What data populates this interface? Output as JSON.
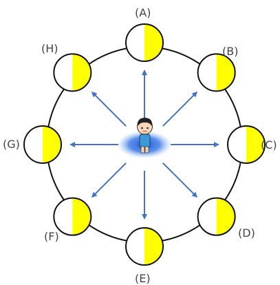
{
  "diagram": {
    "moon_labels": [
      "(A)",
      "(B)",
      "(C)",
      "(D)",
      "(E)",
      "(F)",
      "(G)",
      "(H)"
    ]
  },
  "colors": {
    "orbit": "#111111",
    "moon_lit": "#ffff00",
    "moon_dark": "#ffffff",
    "arrow": "#4472c4",
    "observer_glow": "#1f5fd6"
  },
  "icons": {
    "observer": "child-observer-icon"
  }
}
